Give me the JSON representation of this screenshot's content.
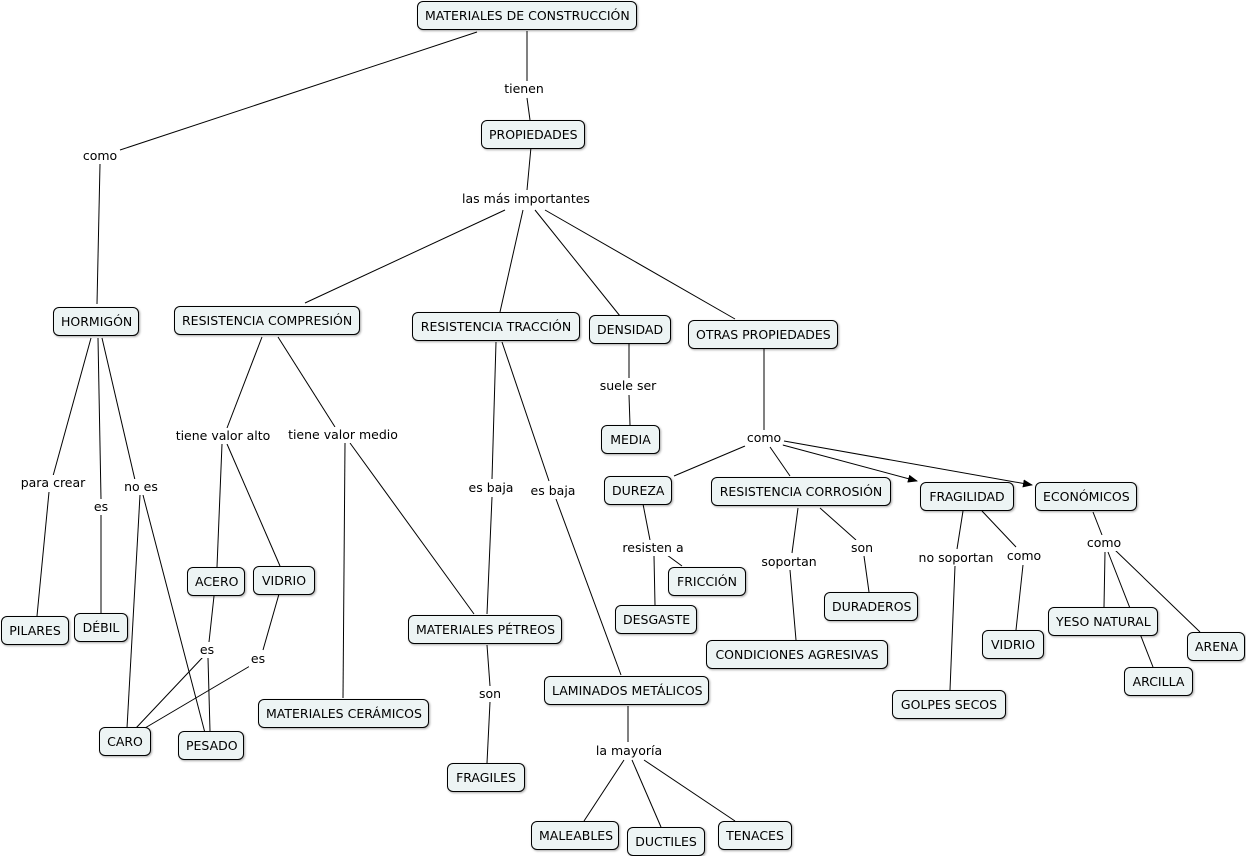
{
  "concepts": {
    "root": "MATERIALES DE CONSTRUCCIÓN",
    "propiedades": "PROPIEDADES",
    "hormigon": "HORMIGÓN",
    "res_compresion": "RESISTENCIA COMPRESIÓN",
    "res_traccion": "RESISTENCIA TRACCIÓN",
    "densidad": "DENSIDAD",
    "otras": "OTRAS PROPIEDADES",
    "media": "MEDIA",
    "dureza": "DUREZA",
    "res_corrosion": "RESISTENCIA CORROSIÓN",
    "fragilidad": "FRAGILIDAD",
    "economicos": "ECONÓMICOS",
    "friccion": "FRICCIÓN",
    "desgaste": "DESGASTE",
    "duraderos": "DURADEROS",
    "condiciones": "CONDICIONES AGRESIVAS",
    "vidrio_frag": "VIDRIO",
    "golpes": "GOLPES SECOS",
    "yeso": "YESO NATURAL",
    "arena": "ARENA",
    "arcilla": "ARCILLA",
    "pilares": "PILARES",
    "debil": "DÉBIL",
    "caro": "CARO",
    "pesado": "PESADO",
    "acero": "ACERO",
    "vidrio": "VIDRIO",
    "ceramicos": "MATERIALES CERÁMICOS",
    "petreos": "MATERIALES PÉTREOS",
    "fragiles": "FRAGILES",
    "laminados": "LAMINADOS METÁLICOS",
    "maleables": "MALEABLES",
    "ductiles": "DUCTILES",
    "tenaces": "TENACES"
  },
  "linking_phrases": {
    "tienen": "tienen",
    "como_root": "como",
    "las_mas": "las más importantes",
    "para_crear": "para crear",
    "es_h": "es",
    "no_es": "no es",
    "valor_alto": "tiene valor alto",
    "valor_medio": "tiene valor medio",
    "es_acero": "es",
    "es_vidrio": "es",
    "es_baja_1": "es baja",
    "es_baja_2": "es baja",
    "son_petreos": "son",
    "la_mayoria": "la mayoría",
    "suele_ser": "suele ser",
    "como_otras": "como",
    "resisten_a": "resisten a",
    "soportan": "soportan",
    "son_corr": "son",
    "no_soportan": "no soportan",
    "como_frag": "como",
    "como_econ": "como"
  }
}
